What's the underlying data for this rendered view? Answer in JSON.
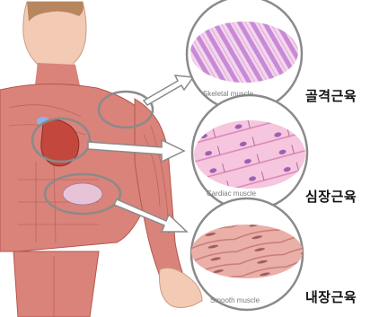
{
  "muscle_types": [
    {
      "caption": "Skeletal muscle",
      "korean": "골격근육",
      "tissue_color": "#c98bd0"
    },
    {
      "caption": "Cardiac muscle",
      "korean": "심장근육",
      "tissue_color": "#f2b8d8"
    },
    {
      "caption": "Smooth muscle",
      "korean": "내장근육",
      "tissue_color": "#e6a3a0"
    }
  ],
  "colors": {
    "body_muscle": "#d9837a",
    "body_muscle_dark": "#b5564d",
    "skin": "#f3cbb4",
    "outline": "#8a8a8a"
  }
}
